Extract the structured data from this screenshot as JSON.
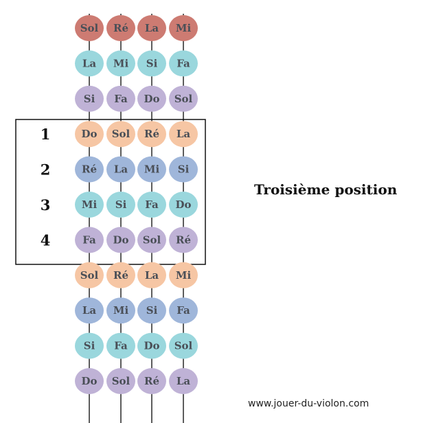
{
  "title": "Troisième position",
  "website": "www.jouer-du-violon.com",
  "colors": {
    "red": "#cd7b72",
    "cyan": "#9ad7dd",
    "purple": "#bfb2d6",
    "peach": "#f6c6a4",
    "blue": "#9fb6da"
  },
  "fingers": [
    "1",
    "2",
    "3",
    "4"
  ],
  "rows": [
    {
      "notes": [
        "Sol",
        "Ré",
        "La",
        "Mi"
      ],
      "color": "red"
    },
    {
      "notes": [
        "La",
        "Mi",
        "Si",
        "Fa"
      ],
      "color": "cyan"
    },
    {
      "notes": [
        "Si",
        "Fa",
        "Do",
        "Sol"
      ],
      "color": "purple"
    },
    {
      "notes": [
        "Do",
        "Sol",
        "Ré",
        "La"
      ],
      "color": "peach"
    },
    {
      "notes": [
        "Ré",
        "La",
        "Mi",
        "Si"
      ],
      "color": "blue"
    },
    {
      "notes": [
        "Mi",
        "Si",
        "Fa",
        "Do"
      ],
      "color": "cyan"
    },
    {
      "notes": [
        "Fa",
        "Do",
        "Sol",
        "Ré"
      ],
      "color": "purple"
    },
    {
      "notes": [
        "Sol",
        "Ré",
        "La",
        "Mi"
      ],
      "color": "peach"
    },
    {
      "notes": [
        "La",
        "Mi",
        "Si",
        "Fa"
      ],
      "color": "blue"
    },
    {
      "notes": [
        "Si",
        "Fa",
        "Do",
        "Sol"
      ],
      "color": "cyan"
    },
    {
      "notes": [
        "Do",
        "Sol",
        "Ré",
        "La"
      ],
      "color": "purple"
    }
  ]
}
